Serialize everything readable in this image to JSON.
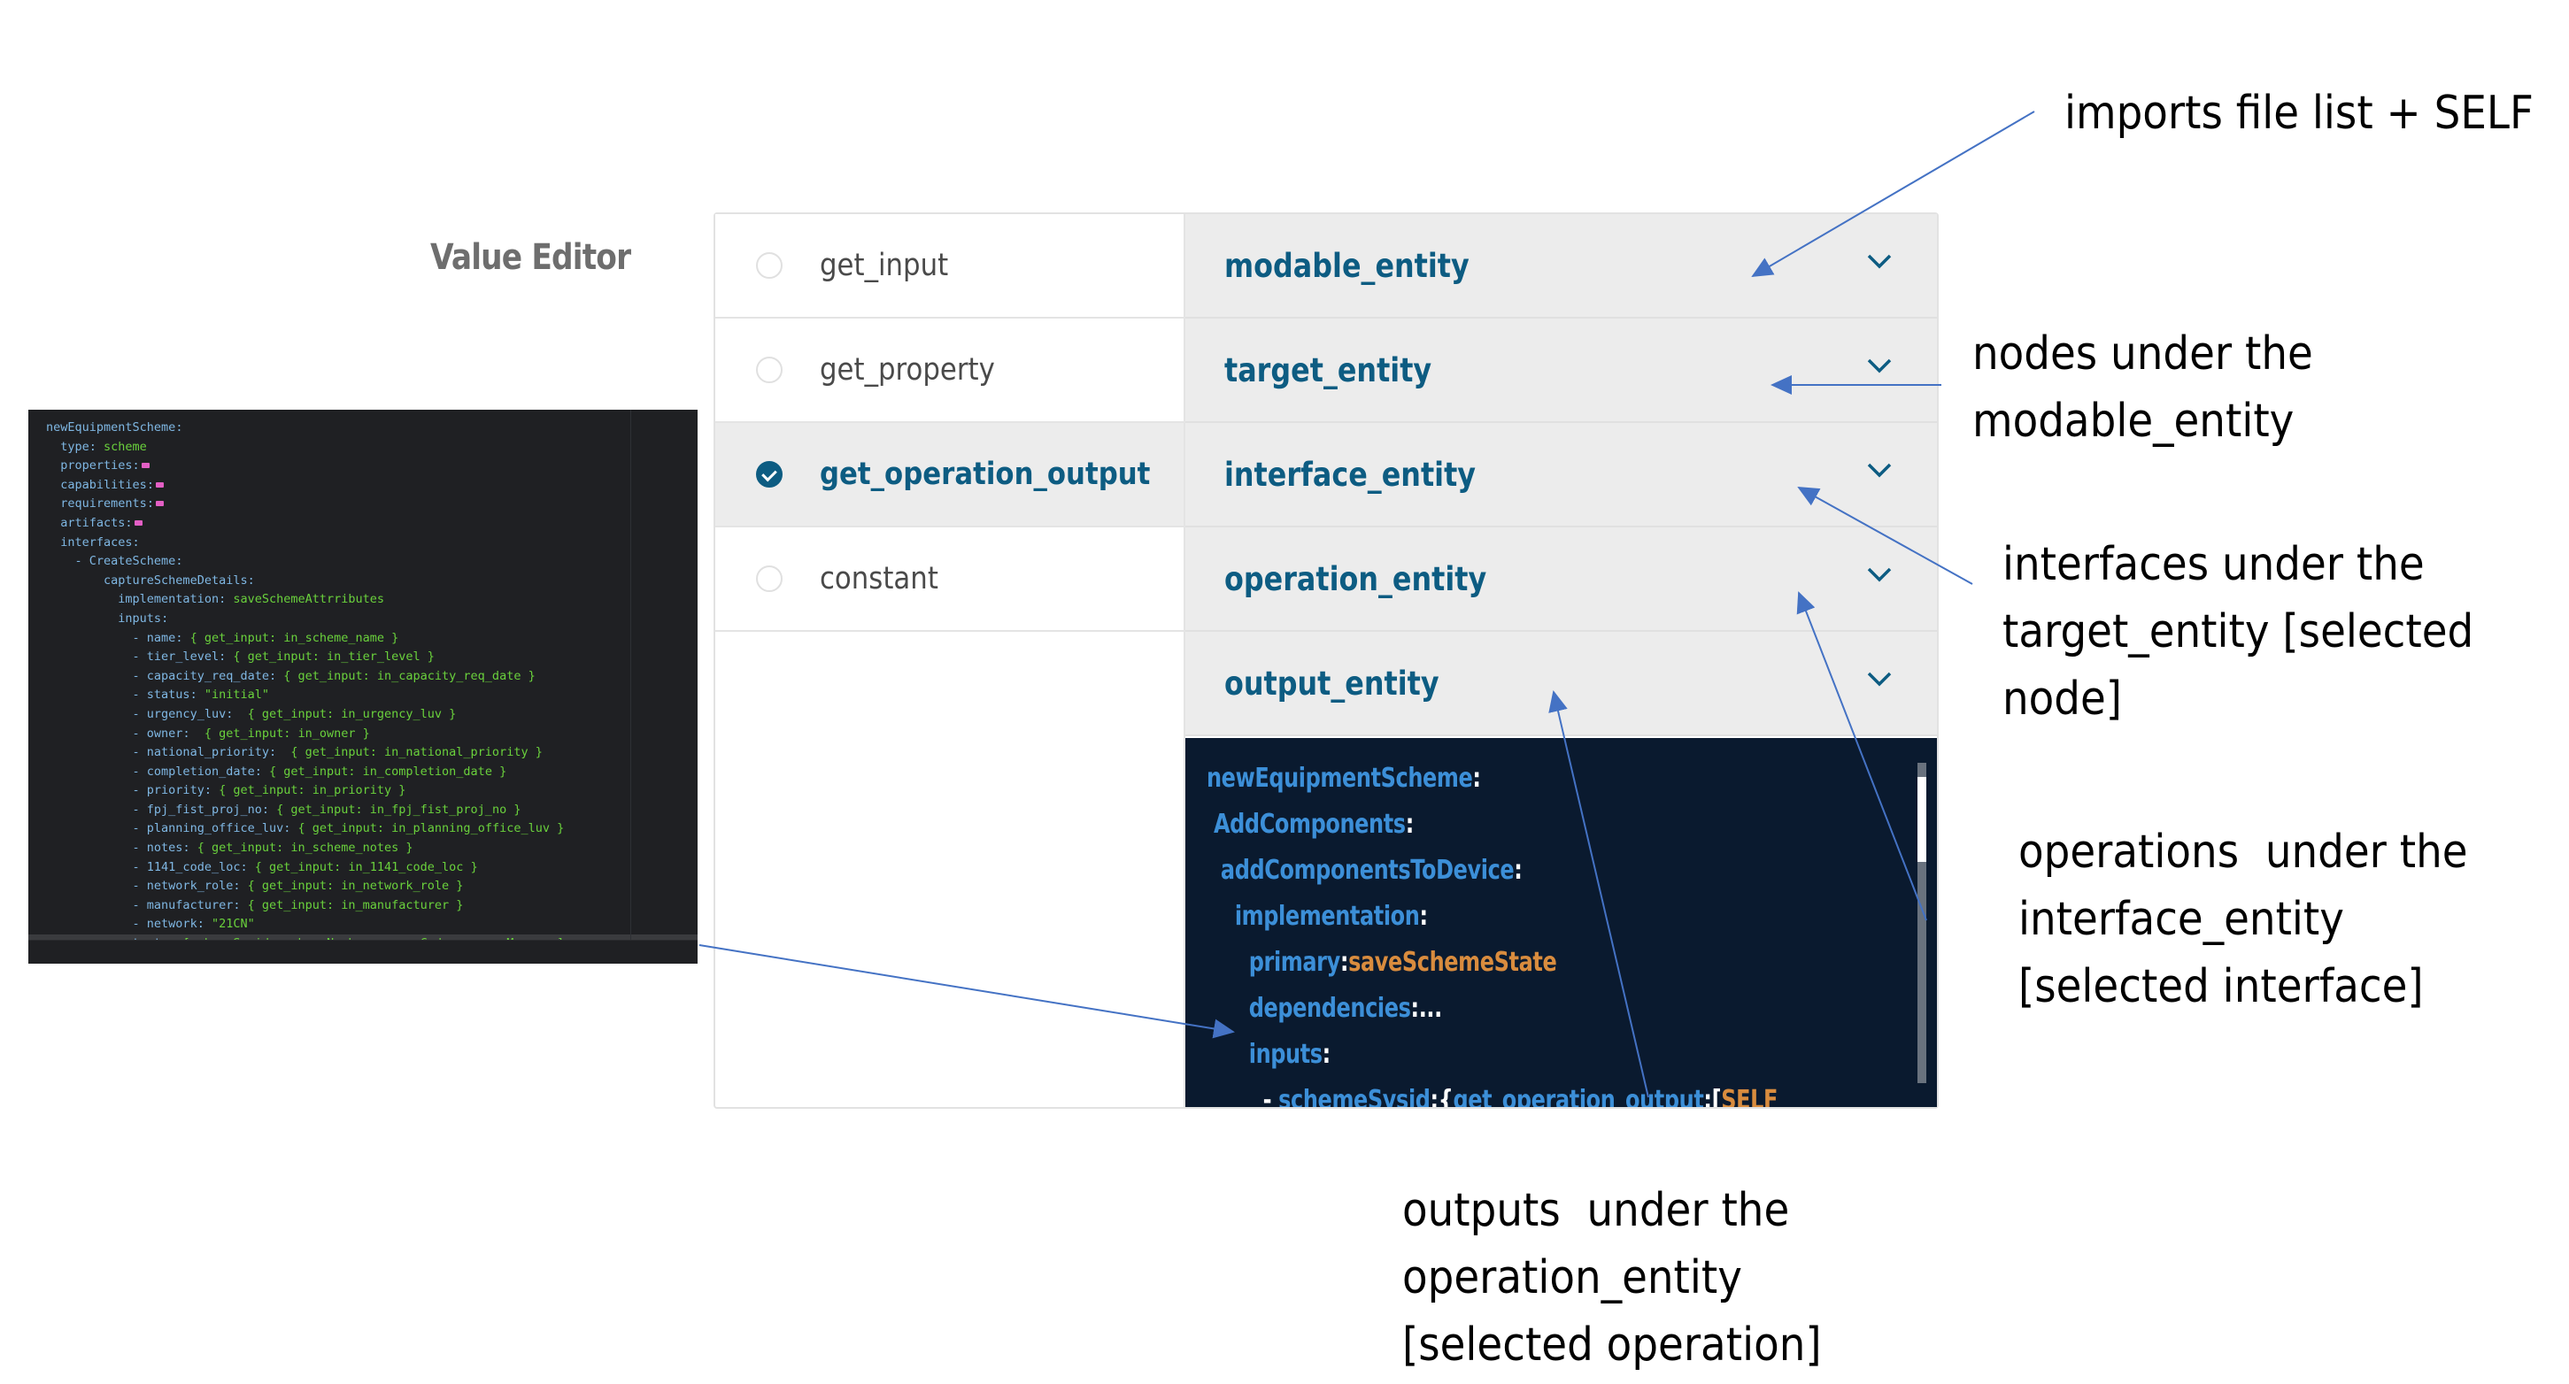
{
  "code_editor": {
    "lines": [
      {
        "indent": "",
        "key": "newEquipmentScheme",
        "sep": ":",
        "value": "",
        "fold": false
      },
      {
        "indent": "  ",
        "key": "type",
        "sep": ": ",
        "value": "scheme",
        "fold": false
      },
      {
        "indent": "  ",
        "key": "properties",
        "sep": ":",
        "value": "",
        "fold": true
      },
      {
        "indent": "  ",
        "key": "capabilities",
        "sep": ":",
        "value": "",
        "fold": true
      },
      {
        "indent": "  ",
        "key": "requirements",
        "sep": ":",
        "value": "",
        "fold": true
      },
      {
        "indent": "  ",
        "key": "artifacts",
        "sep": ":",
        "value": "",
        "fold": true
      },
      {
        "indent": "  ",
        "key": "interfaces",
        "sep": ":",
        "value": "",
        "fold": false
      },
      {
        "indent": "    - ",
        "key": "CreateScheme",
        "sep": ":",
        "value": "",
        "fold": false
      },
      {
        "indent": "        ",
        "key": "captureSchemeDetails",
        "sep": ":",
        "value": "",
        "fold": false
      },
      {
        "indent": "          ",
        "key": "implementation",
        "sep": ": ",
        "value": "saveSchemeAttrributes",
        "fold": false
      },
      {
        "indent": "          ",
        "key": "inputs",
        "sep": ":",
        "value": "",
        "fold": false
      },
      {
        "indent": "            - ",
        "key": "name",
        "sep": ": ",
        "value": "{ get_input: in_scheme_name }",
        "fold": false
      },
      {
        "indent": "            - ",
        "key": "tier_level",
        "sep": ": ",
        "value": "{ get_input: in_tier_level }",
        "fold": false
      },
      {
        "indent": "            - ",
        "key": "capacity_req_date",
        "sep": ": ",
        "value": "{ get_input: in_capacity_req_date }",
        "fold": false
      },
      {
        "indent": "            - ",
        "key": "status",
        "sep": ": ",
        "value": "\"initial\"",
        "fold": false
      },
      {
        "indent": "            - ",
        "key": "urgency_luv",
        "sep": ":  ",
        "value": "{ get_input: in_urgency_luv }",
        "fold": false
      },
      {
        "indent": "            - ",
        "key": "owner",
        "sep": ":  ",
        "value": "{ get_input: in_owner }",
        "fold": false
      },
      {
        "indent": "            - ",
        "key": "national_priority",
        "sep": ":  ",
        "value": "{ get_input: in_national_priority }",
        "fold": false
      },
      {
        "indent": "            - ",
        "key": "completion_date",
        "sep": ": ",
        "value": "{ get_input: in_completion_date }",
        "fold": false
      },
      {
        "indent": "            - ",
        "key": "priority",
        "sep": ": ",
        "value": "{ get_input: in_priority }",
        "fold": false
      },
      {
        "indent": "            - ",
        "key": "fpj_fist_proj_no",
        "sep": ": ",
        "value": "{ get_input: in_fpj_fist_proj_no }",
        "fold": false
      },
      {
        "indent": "            - ",
        "key": "planning_office_luv",
        "sep": ": ",
        "value": "{ get_input: in_planning_office_luv }",
        "fold": false
      },
      {
        "indent": "            - ",
        "key": "notes",
        "sep": ": ",
        "value": "{ get_input: in_scheme_notes }",
        "fold": false
      },
      {
        "indent": "            - ",
        "key": "1141_code_loc",
        "sep": ": ",
        "value": "{ get_input: in_1141_code_loc }",
        "fold": false
      },
      {
        "indent": "            - ",
        "key": "network_role",
        "sep": ": ",
        "value": "{ get_input: in_network_role }",
        "fold": false
      },
      {
        "indent": "            - ",
        "key": "manufacturer",
        "sep": ": ",
        "value": "{ get_input: in_manufacturer }",
        "fold": false
      },
      {
        "indent": "            - ",
        "key": "network",
        "sep": ": ",
        "value": "\"21CN\"",
        "fold": false
      },
      {
        "indent": "          ",
        "key": "outputs",
        "sep": ": ",
        "value": "[schemeSysid, schemeNumber, errorCode , errorMessage]",
        "fold": false,
        "highlight": true
      }
    ]
  },
  "value_editor": {
    "title": "Value Editor",
    "options": [
      {
        "label": "get_input",
        "selected": false
      },
      {
        "label": "get_property",
        "selected": false
      },
      {
        "label": "get_operation_output",
        "selected": true
      },
      {
        "label": "constant",
        "selected": false
      }
    ],
    "dropdowns": [
      {
        "label": "modable_entity",
        "icon": "chevron-down-icon"
      },
      {
        "label": "target_entity",
        "icon": "chevron-down-icon"
      },
      {
        "label": "interface_entity",
        "icon": "chevron-down-icon"
      },
      {
        "label": "operation_entity",
        "icon": "chevron-down-icon"
      },
      {
        "label": "output_entity",
        "icon": "chevron-down-icon"
      }
    ],
    "preview": {
      "lines": [
        {
          "indent": "",
          "parts": [
            {
              "t": "k",
              "s": "newEquipmentScheme"
            },
            {
              "t": "c",
              "s": ":"
            }
          ]
        },
        {
          "indent": " ",
          "parts": [
            {
              "t": "k",
              "s": "AddComponents"
            },
            {
              "t": "c",
              "s": ":"
            }
          ]
        },
        {
          "indent": "  ",
          "parts": [
            {
              "t": "k",
              "s": "addComponentsToDevice"
            },
            {
              "t": "c",
              "s": ":"
            }
          ]
        },
        {
          "indent": "    ",
          "parts": [
            {
              "t": "k",
              "s": "implementation"
            },
            {
              "t": "c",
              "s": ":"
            }
          ]
        },
        {
          "indent": "      ",
          "parts": [
            {
              "t": "k",
              "s": "primary"
            },
            {
              "t": "c",
              "s": ":"
            },
            {
              "t": "s",
              "s": "saveSchemeState"
            }
          ]
        },
        {
          "indent": "      ",
          "parts": [
            {
              "t": "k",
              "s": "dependencies"
            },
            {
              "t": "c",
              "s": ":..."
            }
          ]
        },
        {
          "indent": "      ",
          "parts": [
            {
              "t": "k",
              "s": "inputs"
            },
            {
              "t": "c",
              "s": ":"
            }
          ]
        },
        {
          "indent": "        - ",
          "parts": [
            {
              "t": "k",
              "s": "schemeSysid"
            },
            {
              "t": "c",
              "s": ":{"
            },
            {
              "t": "k",
              "s": "get_operation_output"
            },
            {
              "t": "c",
              "s": ":["
            },
            {
              "t": "s",
              "s": "SELF"
            }
          ]
        }
      ]
    }
  },
  "annotations": {
    "imports": "imports file list + SELF",
    "nodes": "nodes under the\nmodable_entity",
    "interfaces": "interfaces under the\ntarget_entity [selected\nnode]",
    "operations": "operations  under the\ninterface_entity\n[selected interface]",
    "outputs": "outputs  under the\noperation_entity\n[selected operation]"
  },
  "colors": {
    "accent": "#0d5c82",
    "arrow": "#4472c4",
    "code_bg": "#1f2023",
    "preview_bg": "#0a1a2f",
    "yaml_key": "#7fb7e3",
    "yaml_value": "#6ad13c",
    "preview_key": "#3c8fd8",
    "preview_string": "#d98c3e"
  }
}
